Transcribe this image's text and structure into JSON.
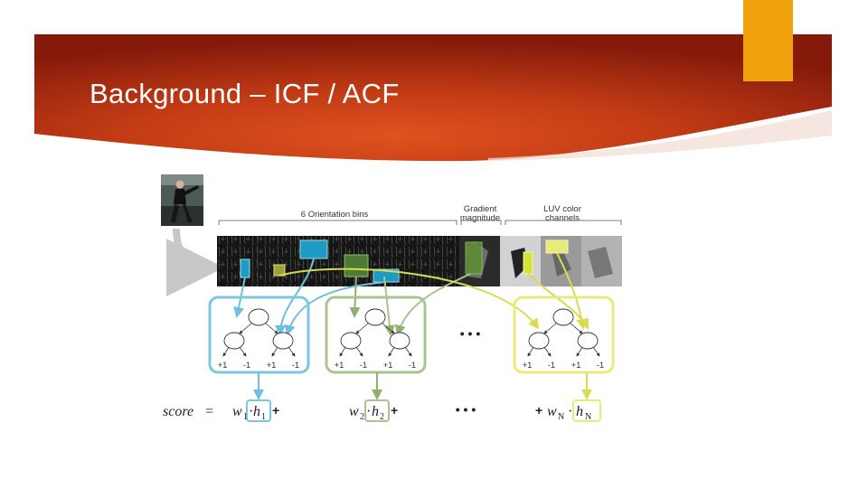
{
  "slide": {
    "title": "Background – ICF / ACF",
    "colors": {
      "banner_dark": "#8b1a0c",
      "banner_mid": "#c33c15",
      "banner_light": "#e0521f",
      "accent": "#f2a20c"
    }
  },
  "diagram": {
    "header_orientation": "6 Orientation bins",
    "header_gradient_line1": "Gradient",
    "header_gradient_line2": "magnitude",
    "header_luv_line1": "LUV color",
    "header_luv_line2": "channels",
    "ellipsis": "• • •",
    "trees": [
      {
        "color": "#7cc6e0",
        "leaves": [
          "+1",
          "-1",
          "+1",
          "-1"
        ]
      },
      {
        "color": "#a9c58f",
        "leaves": [
          "+1",
          "-1",
          "+1",
          "-1"
        ]
      },
      {
        "color": "#e8ea7a",
        "leaves": [
          "+1",
          "-1",
          "+1",
          "-1"
        ]
      }
    ],
    "formula": {
      "lhs": "score",
      "equals": "=",
      "w": "w",
      "h": "h",
      "dot": "·",
      "plus": "+",
      "sub1": "1",
      "sub2": "2",
      "subN": "N"
    }
  }
}
